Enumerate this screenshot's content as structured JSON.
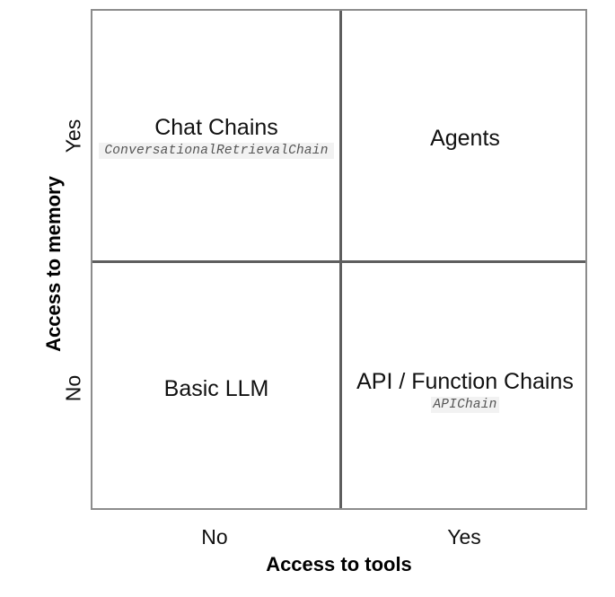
{
  "chart_data": {
    "type": "table",
    "title": "",
    "xlabel": "Access to tools",
    "ylabel": "Access to memory",
    "x_categories": [
      "No",
      "Yes"
    ],
    "y_categories": [
      "No",
      "Yes"
    ],
    "grid": true,
    "legend": "none",
    "cells": [
      {
        "x": "No",
        "y": "Yes",
        "position": "top-left",
        "label": "Chat Chains",
        "sublabel": "ConversationalRetrievalChain"
      },
      {
        "x": "Yes",
        "y": "Yes",
        "position": "top-right",
        "label": "Agents",
        "sublabel": ""
      },
      {
        "x": "No",
        "y": "No",
        "position": "bottom-left",
        "label": "Basic LLM",
        "sublabel": ""
      },
      {
        "x": "Yes",
        "y": "No",
        "position": "bottom-right",
        "label": "API / Function Chains",
        "sublabel": "APIChain"
      }
    ]
  },
  "axes": {
    "y_title": "Access to memory",
    "x_title": "Access to tools",
    "y_ticks": {
      "top": "Yes",
      "bottom": "No"
    },
    "x_ticks": {
      "left": "No",
      "right": "Yes"
    }
  },
  "colors": {
    "frame": "#8c8c8c",
    "divider": "#5e5e5e",
    "text": "#111111",
    "sublabel_text": "#555555",
    "sublabel_background": "#f2f2f2",
    "background": "#ffffff"
  }
}
